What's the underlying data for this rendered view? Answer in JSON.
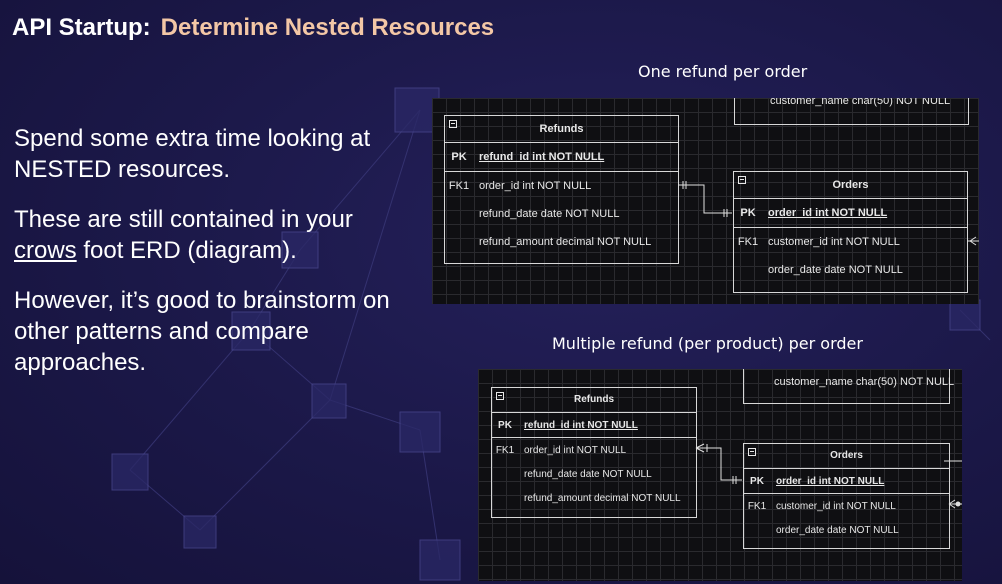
{
  "slide": {
    "title_prefix": "API Startup:",
    "title_main": "Determine Nested Resources",
    "paragraph_1": "Spend some extra time looking at NESTED resources.",
    "paragraph_2_before": "These are still contained in your",
    "paragraph_2_link": "crows",
    "paragraph_2_after": "foot ERD (diagram).",
    "paragraph_3": "However, it’s good to brainstorm on other patterns and compare approaches."
  },
  "diagram_one": {
    "caption": "One refund per order",
    "customer_partial": "customer_name char(50) NOT NULL",
    "refunds": {
      "title": "Refunds",
      "pk_key": "PK",
      "pk_field": "refund_id int NOT NULL",
      "fk_key": "FK1",
      "fields": [
        "order_id int NOT NULL",
        "refund_date date NOT NULL",
        "refund_amount decimal NOT NULL"
      ]
    },
    "orders": {
      "title": "Orders",
      "pk_key": "PK",
      "pk_field": "order_id int NOT NULL",
      "fk_key": "FK1",
      "fields": [
        "customer_id int NOT NULL",
        "order_date date NOT NULL"
      ]
    }
  },
  "diagram_two": {
    "caption": "Multiple refund (per product) per order",
    "customer_partial": "customer_name char(50) NOT NULL",
    "refunds": {
      "title": "Refunds",
      "pk_key": "PK",
      "pk_field": "refund_id int NOT NULL",
      "fk_key": "FK1",
      "fields": [
        "order_id int NOT NULL",
        "refund_date date NOT NULL",
        "refund_amount decimal NOT NULL"
      ]
    },
    "orders": {
      "title": "Orders",
      "pk_key": "PK",
      "pk_field": "order_id int NOT NULL",
      "fk_key": "FK1",
      "fields": [
        "customer_id int NOT NULL",
        "order_date date NOT NULL"
      ]
    }
  }
}
